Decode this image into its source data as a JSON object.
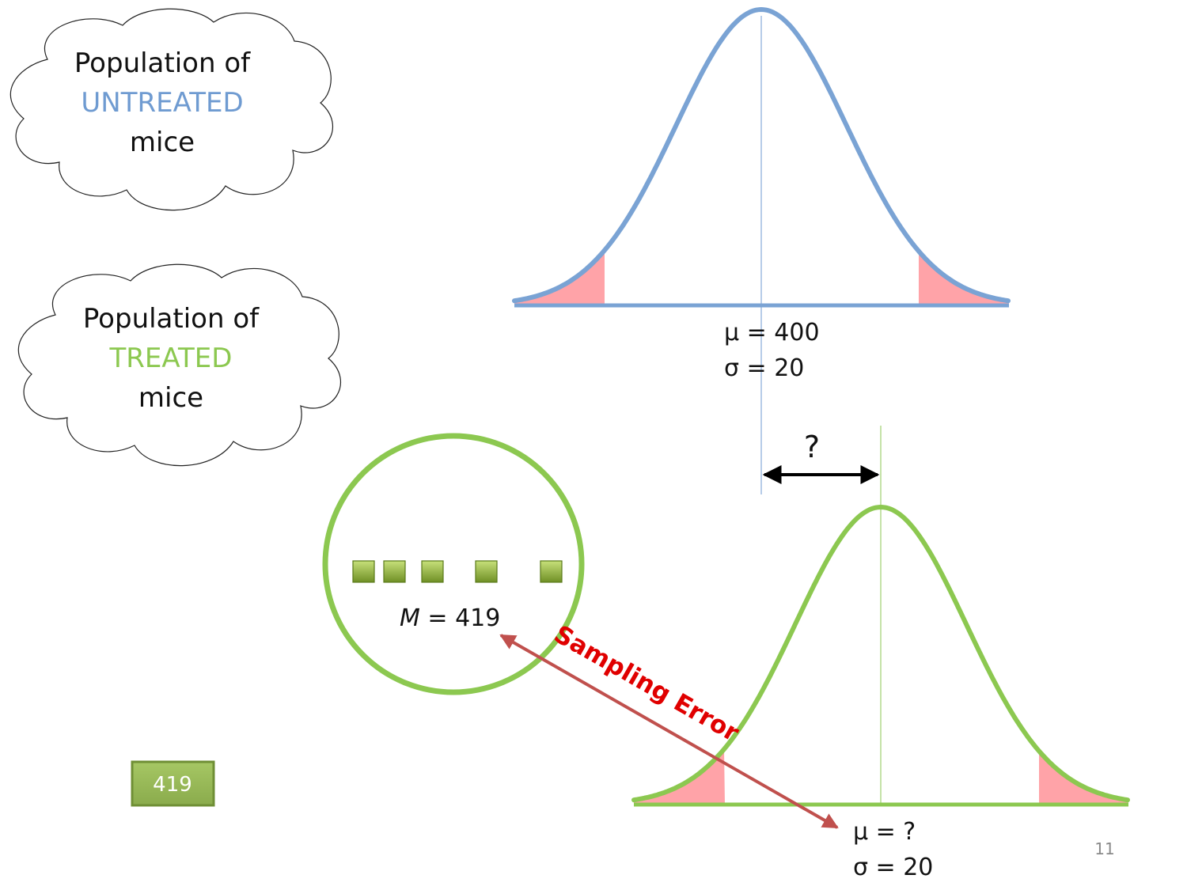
{
  "clouds": {
    "untreated": {
      "line1": "Population of",
      "line2": "UNTREATED",
      "line3": "mice"
    },
    "treated": {
      "line1": "Population of",
      "line2": "TREATED",
      "line3": "mice"
    }
  },
  "untreated_dist": {
    "mu_label": "μ = 400",
    "sigma_label": "σ = 20"
  },
  "treated_dist": {
    "mu_label": "μ = ?",
    "sigma_label": "σ = 20"
  },
  "difference": {
    "label": "?"
  },
  "sample": {
    "count": 5,
    "mean_symbol": "M",
    "mean_value": " = 419"
  },
  "sampling_error": {
    "label": "Sampling Error"
  },
  "badge": {
    "value": "419"
  },
  "page_number": "11",
  "colors": {
    "untreated": "#7aa3d4",
    "treated": "#8cc850",
    "tail_fill": "#ffa3a8",
    "error_arrow": "#c0504d",
    "error_text": "#e00000",
    "badge_fill": "#9bbb59"
  }
}
